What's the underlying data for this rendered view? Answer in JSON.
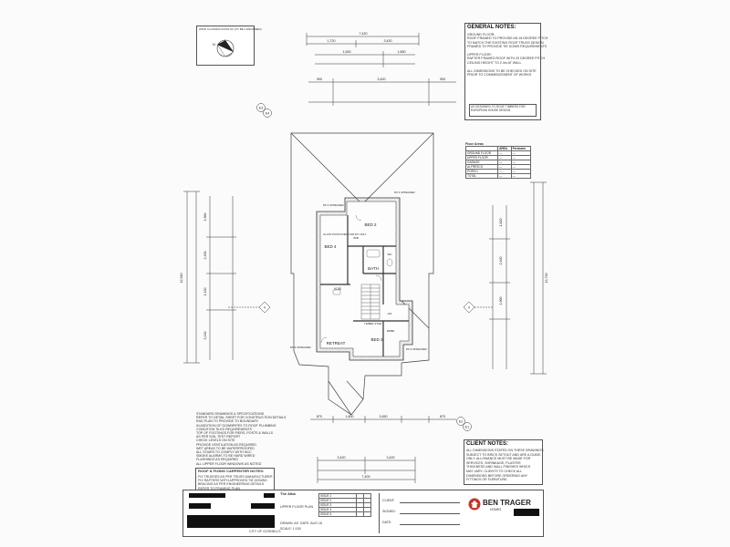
{
  "north_box": {
    "label": "WIND CLASSIFICATION N2 (TO BE CONFIRMED)",
    "north": "N"
  },
  "general_notes": {
    "title": "GENERAL NOTES:",
    "lines": [
      "GROUND FLOOR:",
      "ROOF FRAMED TO PROVIDE AN 18 DEGREE PITCH",
      "TO MATCH THE EXISTING ROOF TRUSS DESIGN",
      "FRAMED TO PROVIDE TIE DOWN REQUIREMENTS",
      "",
      "UPPER FLOOR:",
      "RAFTER FRAMED ROOF WITH 20 DEGREE PITCH",
      "CEILING HEIGHT TO 2.4m AT WALL",
      "",
      "ALL DIMENSIONS TO BE CHECKED ON SITE",
      "PRIOR TO COMMENCEMENT OF WORKS"
    ],
    "banner": "AS DESIGNED TO ROOF TIMBERS FOR EUROPEAN HOUSE DESIGN"
  },
  "floor_areas": {
    "title": "Floor Areas",
    "headers": [
      "",
      "AREA",
      "Perimeter"
    ],
    "rows": [
      [
        "GROUND FLOOR",
        "—",
        "—"
      ],
      [
        "UPPER FLOOR",
        "—",
        "—"
      ],
      [
        "GARAGE",
        "—",
        "—"
      ],
      [
        "ALFRESCO",
        "—",
        "—"
      ],
      [
        "PORCH",
        "—",
        "—"
      ],
      [
        "TOTAL",
        "—",
        "—"
      ]
    ]
  },
  "dims": {
    "top_total": "7,420",
    "top_a": "1,720",
    "top_b": "3,420",
    "top_c": "1,500",
    "top_d": "1,650",
    "top_e": "900",
    "left_total": "12,910",
    "left_a": "1,960",
    "left_b": "2,450",
    "left_c": "1,130",
    "left_d": "3,430",
    "right_total": "13,730",
    "right_a": "1,820",
    "right_b": "2,460",
    "right_c": "1,960",
    "bottom_a": "870",
    "bottom_b": "1,600",
    "bottom_c": "3,450",
    "bottom_total": "7,400",
    "bottom_d": "3,420",
    "bottom_e": "3,420"
  },
  "markers": {
    "e1": "E1",
    "e2": "E2",
    "e3": "E3",
    "e4": "E4",
    "x": "X"
  },
  "rooms": {
    "bed2": "BED 2",
    "bed3": "BED 3",
    "bed4": "BED 4",
    "bath": "BATH",
    "retreat": "RETREAT",
    "wc": "WC",
    "void": "VOID",
    "linen": "LIN",
    "wir": "WIR",
    "robe": "ROBE"
  },
  "plan_notes": {
    "downpipe_1": "DP & SPREADER",
    "downpipe_2": "DP & SPREADER",
    "downpipe_3": "DP & SPREADER",
    "downpipe_4": "DP & SPREADER",
    "note_1": "GLASS POSITIONED FOR WC ONLY",
    "note_2": "TIMBER STAIR"
  },
  "specs": {
    "lines": [
      "STANDARD DRAWINGS & SPECIFICATIONS",
      "REFER TO DETAIL SHEET FOR CONSTRUCTION DETAILS",
      "RAD PLAN TO PROVIDE TO BOUNDARY",
      "IN ADDITION OF DOWNPIPES TO ROOF PLUMBING",
      "CONDITION TILES REQUIREMENTS",
      "TOP OF FOOTINGS FOR PIERS, POSTS & WALLS",
      "AS PER SOIL TEST REPORT",
      "CHECK LEVELS ON SITE",
      "PROVIDE VENTILATION AS REQUIRED",
      "WET AREAS TO BE WATERPROOFED",
      "ALL STAIRS TO COMPLY WITH NCC",
      "SMOKE ALARMS TO BE HARD WIRED",
      "FLASHINGS AS REQUIRED",
      "ALL UPPER FLOOR WINDOWS AS NOTED"
    ],
    "carpenter_title": "ROOF & FIXING CARPENTER NOTES:",
    "carpenter_lines": [
      "FIX TRUSSES AS PER TRUSS MANUFACTURER",
      "FIX RAFTERS WITH APPROVED TIE DOWNS",
      "BRACING AS PER ENGINEERING DETAILS",
      "REFER TO FRAMING PLAN"
    ]
  },
  "client_notes": {
    "title": "CLIENT NOTES:",
    "lines": [
      "ALL DIMENSIONS STATED ON THESE DRAWINGS",
      "SUBJECT TO BRICK SETOUT AND ARE A GUIDE",
      "ONLY. ALLOWANCE MUST BE MADE FOR",
      "SERVICES, SHRINKAGE, PLASTER",
      "THICKNESS AND WALL FINISHES WHICH",
      "MAY VARY. CLIENTS TO CHECK ALL",
      "DIMENSIONS BEFORE ORDERING ANY",
      "FITTINGS OR FURNITURE."
    ]
  },
  "title_block": {
    "job": "The Alba",
    "sheet_name": "UPPER FLOOR PLAN",
    "council": "CITY OF GOSNELLS",
    "drawn": "DRAWN: AS",
    "scale": "SCALE: 1:100",
    "date": "DATE: AUG 18",
    "rev_rows": [
      [
        "ISSUE 1",
        "",
        ""
      ],
      [
        "ISSUE 2",
        "",
        ""
      ],
      [
        "ISSUE 3",
        "",
        ""
      ],
      [
        "ISSUE 4",
        "",
        ""
      ],
      [
        "ISSUE 5",
        "",
        ""
      ]
    ],
    "client_label": "CLIENT:",
    "sign_label": "SIGNED:",
    "date_label": "DATE:",
    "brand_name": "BEN TRAGER",
    "brand_sub": "HOMES"
  },
  "colors": {
    "line": "#3a3a3a",
    "hatch": "#7a7a7a",
    "redact": "#111111",
    "brand_red": "#c0392b"
  }
}
